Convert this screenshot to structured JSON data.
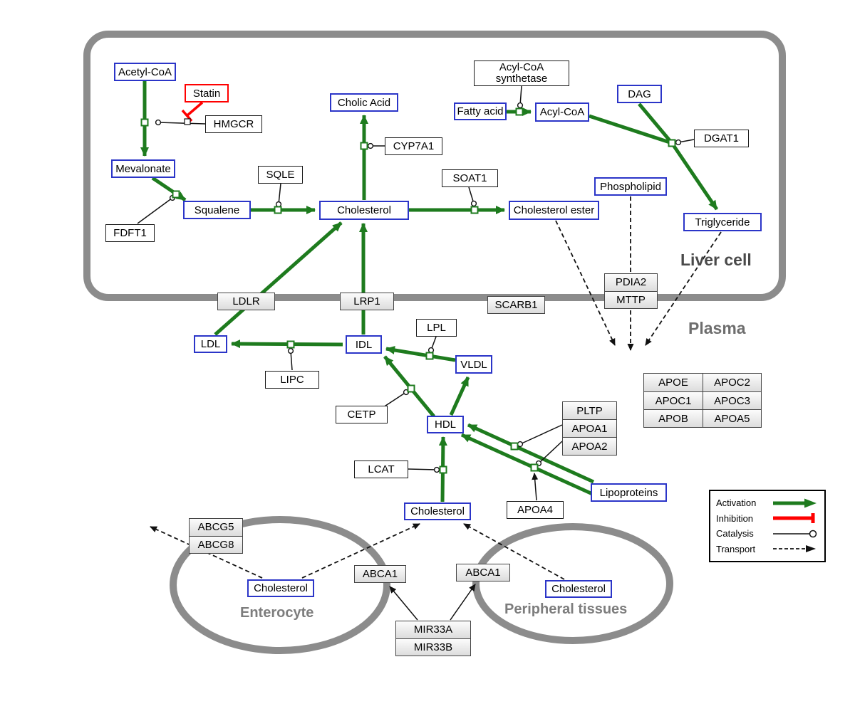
{
  "regions": {
    "liver": "Liver cell",
    "plasma": "Plasma",
    "enterocyte": "Enterocyte",
    "peripheral": "Peripheral tissues"
  },
  "nodes": {
    "acetyl_coa": "Acetyl-CoA",
    "statin": "Statin",
    "hmgcr": "HMGCR",
    "mevalonate": "Mevalonate",
    "fdft1": "FDFT1",
    "squalene": "Squalene",
    "sqle": "SQLE",
    "cholic_acid": "Cholic Acid",
    "cyp7a1": "CYP7A1",
    "cholesterol_liver": "Cholesterol",
    "soat1": "SOAT1",
    "cholesterol_ester": "Cholesterol ester",
    "acyl_coa_synthetase": "Acyl-CoA synthetase",
    "fatty_acid": "Fatty acid",
    "acyl_coa": "Acyl-CoA",
    "dag": "DAG",
    "dgat1": "DGAT1",
    "phospholipid": "Phospholipid",
    "triglyceride": "Triglyceride",
    "ldlr": "LDLR",
    "lrp1": "LRP1",
    "scarb1": "SCARB1",
    "pdia2": "PDIA2",
    "mttp": "MTTP",
    "ldl": "LDL",
    "lipc": "LIPC",
    "idl": "IDL",
    "lpl": "LPL",
    "vldl": "VLDL",
    "cetp": "CETP",
    "hdl": "HDL",
    "lcat": "LCAT",
    "pltp": "PLTP",
    "apoa1": "APOA1",
    "apoa2": "APOA2",
    "apoa4": "APOA4",
    "lipoproteins": "Lipoproteins",
    "cholesterol_plasma": "Cholesterol",
    "abcg5": "ABCG5",
    "abcg8": "ABCG8",
    "cholesterol_enterocyte": "Cholesterol",
    "abca1_enterocyte": "ABCA1",
    "abca1_peripheral": "ABCA1",
    "cholesterol_peripheral": "Cholesterol",
    "mir33a": "MIR33A",
    "mir33b": "MIR33B"
  },
  "apolipoproteins": {
    "rows": [
      [
        "APOE",
        "APOC2"
      ],
      [
        "APOC1",
        "APOC3"
      ],
      [
        "APOB",
        "APOA5"
      ]
    ]
  },
  "legend": {
    "activation": "Activation",
    "inhibition": "Inhibition",
    "catalysis": "Catalysis",
    "transport": "Transport"
  },
  "colors": {
    "activation_green": "#1e7b1e",
    "inhibition_red": "#ff0000",
    "metabolite_border_blue": "#2b35c8",
    "membrane_gray": "#8c8c8c"
  }
}
